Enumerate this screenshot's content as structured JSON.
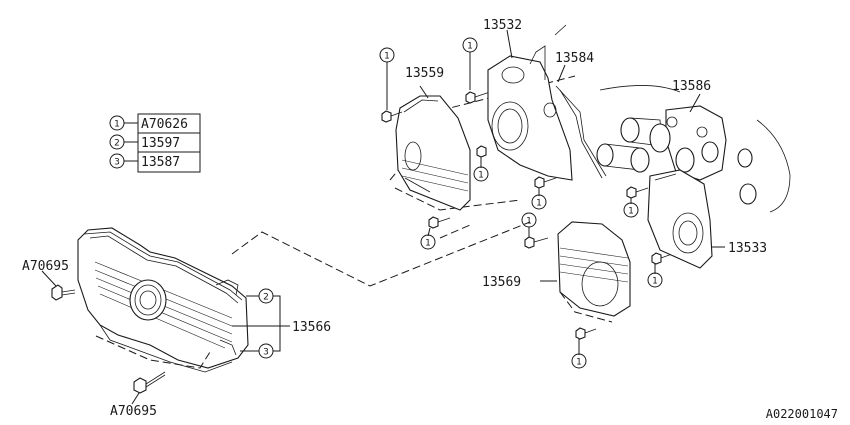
{
  "diagram_id": "A022001047",
  "legend": [
    {
      "num": "1",
      "code": "A70626"
    },
    {
      "num": "2",
      "code": "13597"
    },
    {
      "num": "3",
      "code": "13587"
    }
  ],
  "labels": {
    "p13532": "13532",
    "p13584": "13584",
    "p13559": "13559",
    "p13586": "13586",
    "p13533": "13533",
    "p13569": "13569",
    "p13566": "13566",
    "a70695_top": "A70695",
    "a70695_bottom": "A70695"
  },
  "callout_nums": {
    "one": "1",
    "two": "2",
    "three": "3"
  }
}
